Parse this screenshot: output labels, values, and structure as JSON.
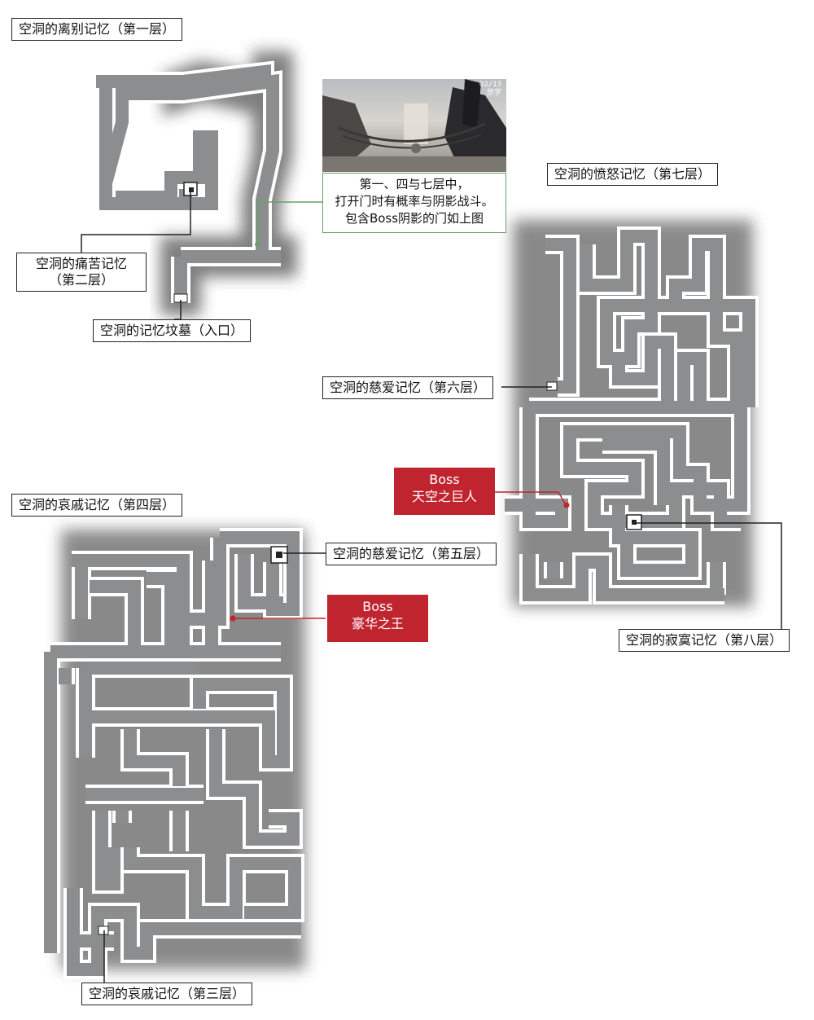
{
  "colors": {
    "corridor": "#8c8d8f",
    "outline": "#ffffff",
    "shadow": "#2b2b2b",
    "boss": "#c0242f",
    "leader_green": "#6aa06a"
  },
  "titles": {
    "floor1": "空洞的离别记忆（第一层）",
    "floor7": "空洞的愤怒记忆（第七层）",
    "floor4": "空洞的哀戚记忆（第四层）"
  },
  "labels": {
    "floor2_line1": "空洞的痛苦记忆",
    "floor2_line2": "（第二层）",
    "entrance": "空洞的记忆坟墓（入口）",
    "floor6": "空洞的慈爱记忆（第六层）",
    "floor5": "空洞的慈爱记忆（第五层）",
    "floor8": "空洞的寂寞记忆（第八层）",
    "floor3": "空洞的哀戚记忆（第三层）"
  },
  "note": {
    "line1": "第一、四与七层中，",
    "line2": "打开门时有概率与阴影战斗。",
    "line3": "包含Boss阴影的门如上图"
  },
  "photo_hud": {
    "line1": "02/13",
    "line2": "放学"
  },
  "bosses": {
    "sky_giant": {
      "line1": "Boss",
      "line2": "天空之巨人"
    },
    "luxury_king": {
      "line1": "Boss",
      "line2": "豪华之王"
    }
  }
}
